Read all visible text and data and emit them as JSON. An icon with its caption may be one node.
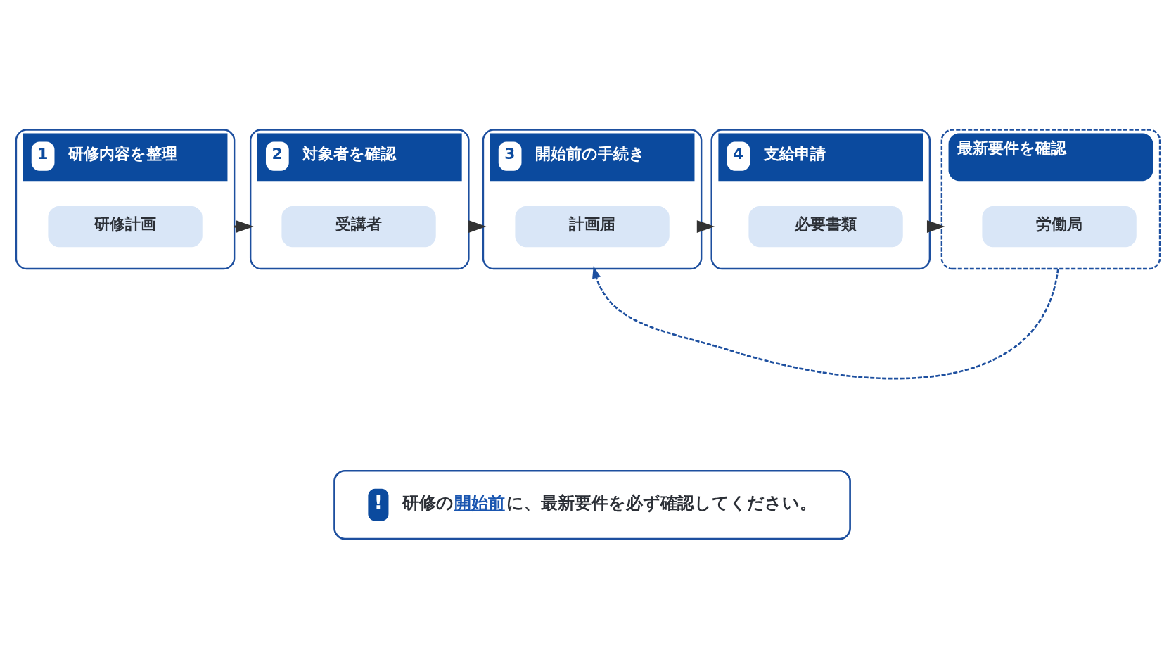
{
  "diagram": {
    "nodes": [
      {
        "text": [
          "1",
          "研修内容を整理"
        ]
      },
      {
        "text": [
          "研修計画"
        ],
        "in": 0
      },
      {
        "text": [
          "2",
          "対象者を確認"
        ]
      },
      {
        "text": [
          "受講者"
        ],
        "in": 2
      },
      {
        "text": [
          "3",
          "開始前の手続き"
        ]
      },
      {
        "text": [
          "計画届"
        ],
        "in": 4
      },
      {
        "text": [
          "4",
          "支給申請"
        ]
      },
      {
        "text": [
          "必要書類"
        ],
        "in": 6
      },
      {
        "text": [
          "最新要件を確認"
        ]
      },
      {
        "text": [
          "労働局"
        ],
        "in": 8
      },
      {
        "text": [
          "!",
          "研修の**開始前**に、最新要件を必ず確認してください。"
        ]
      }
    ],
    "edges": [
      {
        "from": 0,
        "to": 2,
        "arrow": "to"
      },
      {
        "from": 2,
        "to": 4,
        "arrow": "to"
      },
      {
        "from": 4,
        "to": 6,
        "arrow": "to"
      },
      {
        "from": 6,
        "to": 8,
        "arrow": "to"
      },
      {
        "from": 8,
        "to": 4,
        "arrow": "to",
        "style": "dashed",
        "color": "#1d4f9f"
      }
    ]
  }
}
